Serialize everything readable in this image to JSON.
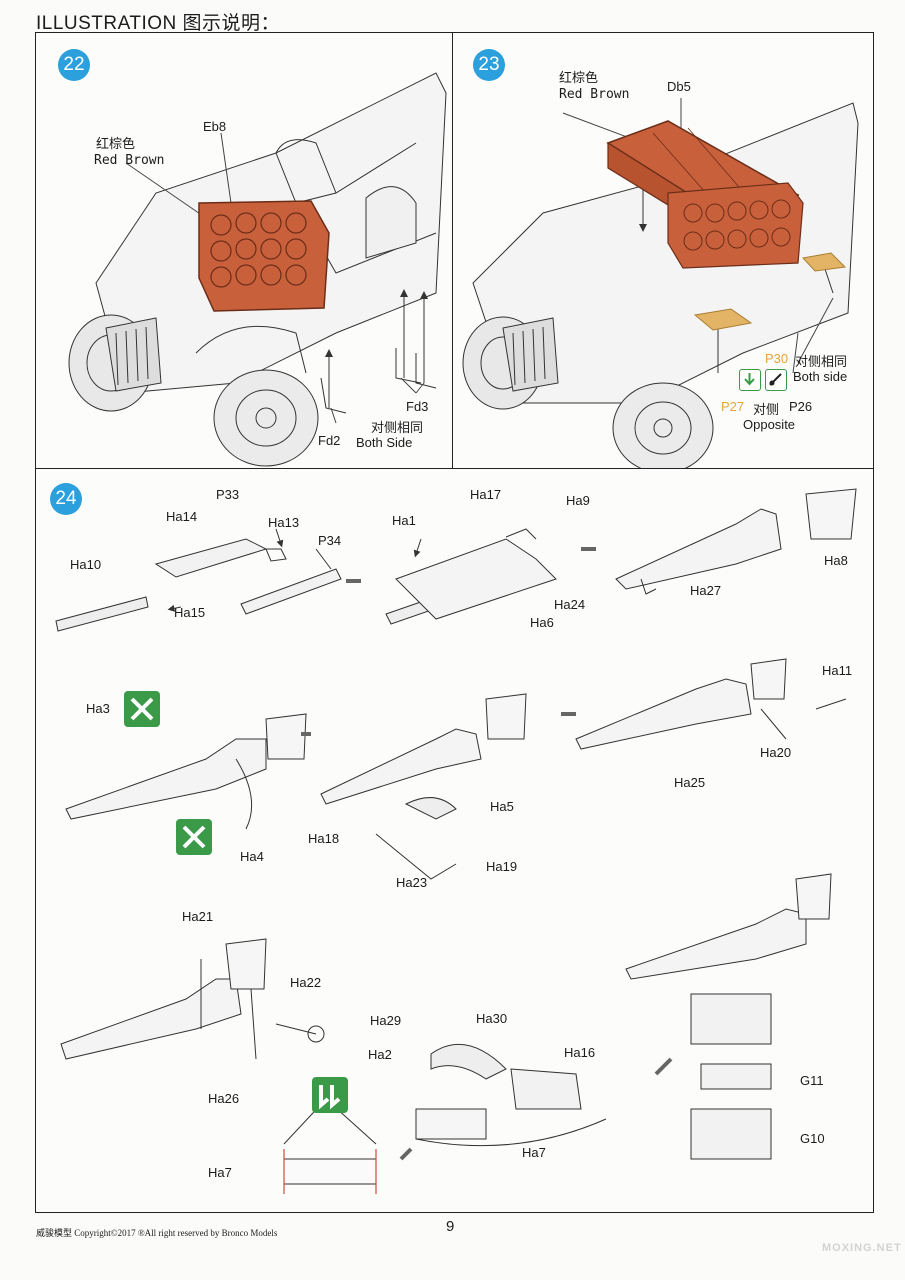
{
  "header": {
    "title": "ILLUSTRATION 图示说明："
  },
  "steps": {
    "s22": {
      "number": "22",
      "color_cn": "红棕色",
      "color_en": "Red Brown",
      "part_eb8": "Eb8",
      "part_fd2": "Fd2",
      "part_fd3": "Fd3",
      "both_side_cn": "对侧相同",
      "both_side_en": "Both Side"
    },
    "s23": {
      "number": "23",
      "color_cn": "红棕色",
      "color_en": "Red Brown",
      "part_db5": "Db5",
      "part_p30": "P30",
      "both_side_cn": "对侧相同",
      "both_side_en": "Both side",
      "part_p27": "P27",
      "opposite_cn": "对侧",
      "part_p26": "P26",
      "opposite_en": "Opposite"
    },
    "s24": {
      "number": "24",
      "labels": {
        "ha10": "Ha10",
        "ha14": "Ha14",
        "p33": "P33",
        "ha13": "Ha13",
        "p34": "P34",
        "ha15": "Ha15",
        "ha1": "Ha1",
        "ha17": "Ha17",
        "ha9": "Ha9",
        "ha24": "Ha24",
        "ha6": "Ha6",
        "ha8": "Ha8",
        "ha27": "Ha27",
        "ha3": "Ha3",
        "ha4": "Ha4",
        "ha5": "Ha5",
        "ha18": "Ha18",
        "ha19": "Ha19",
        "ha23": "Ha23",
        "ha11": "Ha11",
        "ha20": "Ha20",
        "ha25": "Ha25",
        "ha21": "Ha21",
        "ha22": "Ha22",
        "ha26": "Ha26",
        "ha7a": "Ha7",
        "ha29": "Ha29",
        "ha30": "Ha30",
        "ha2": "Ha2",
        "ha16": "Ha16",
        "ha7b": "Ha7",
        "g11": "G11",
        "g10": "G10"
      }
    }
  },
  "colors": {
    "step_badge": "#2ba0dc",
    "red_brown": "#c9603c",
    "green_icon": "#3a9a48",
    "orange_text": "#e6a33a"
  },
  "footer": {
    "copyright": "威骏模型  Copyright©2017  ®All right reserved by Bronco Models",
    "page_number": "9",
    "watermark": "MOXING.NET"
  }
}
